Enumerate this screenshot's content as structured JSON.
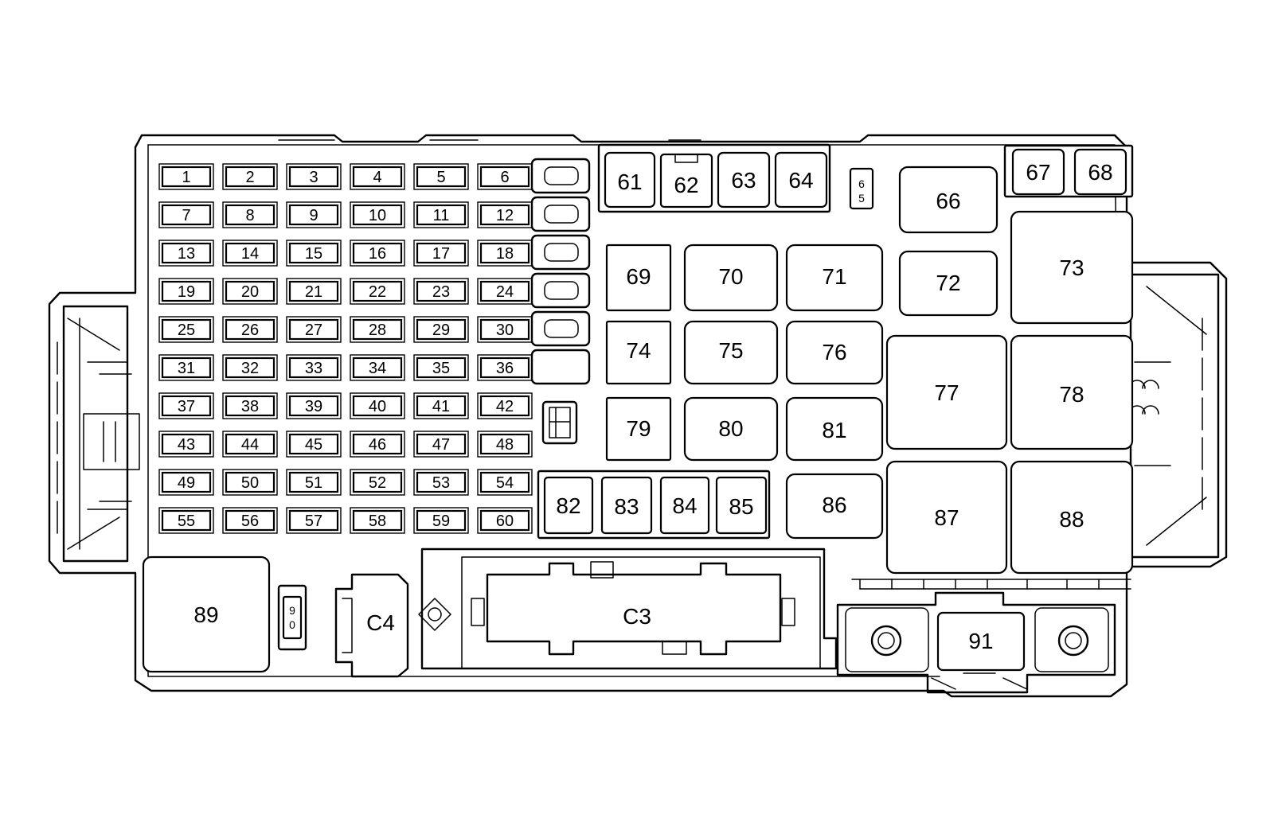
{
  "fuses": [
    "1",
    "2",
    "3",
    "4",
    "5",
    "6",
    "7",
    "8",
    "9",
    "10",
    "11",
    "12",
    "13",
    "14",
    "15",
    "16",
    "17",
    "18",
    "19",
    "20",
    "21",
    "22",
    "23",
    "24",
    "25",
    "26",
    "27",
    "28",
    "29",
    "30",
    "31",
    "32",
    "33",
    "34",
    "35",
    "36",
    "37",
    "38",
    "39",
    "40",
    "41",
    "42",
    "43",
    "44",
    "45",
    "46",
    "47",
    "48",
    "49",
    "50",
    "51",
    "52",
    "53",
    "54",
    "55",
    "56",
    "57",
    "58",
    "59",
    "60"
  ],
  "components": {
    "c61": "61",
    "c62": "62",
    "c63": "63",
    "c64": "64",
    "c65": "6\n5",
    "c66": "66",
    "c67": "67",
    "c68": "68",
    "c69": "69",
    "c70": "70",
    "c71": "71",
    "c72": "72",
    "c73": "73",
    "c74": "74",
    "c75": "75",
    "c76": "76",
    "c77": "77",
    "c78": "78",
    "c79": "79",
    "c80": "80",
    "c81": "81",
    "c82": "82",
    "c83": "83",
    "c84": "84",
    "c85": "85",
    "c86": "86",
    "c87": "87",
    "c88": "88",
    "c89": "89",
    "c90": "9\n0",
    "c91": "91"
  },
  "connectors": {
    "c3": "C3",
    "c4": "C4"
  }
}
